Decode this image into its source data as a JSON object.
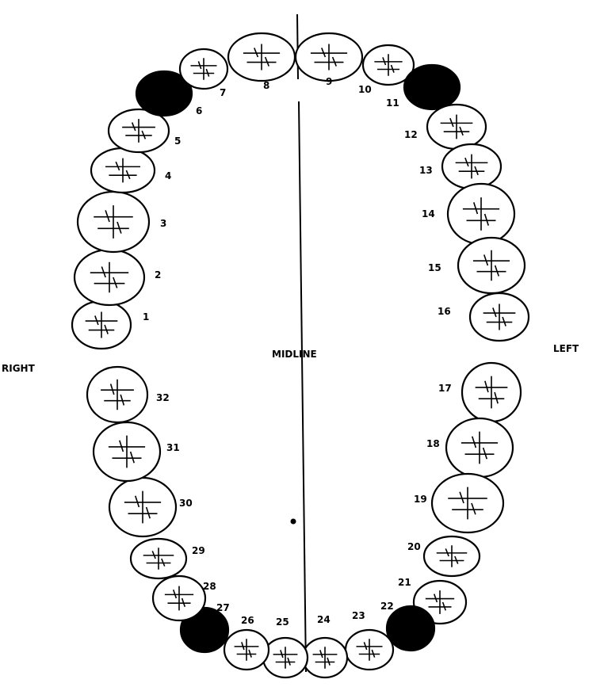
{
  "title_labels": {
    "right": "RIGHT",
    "left": "LEFT",
    "midline": "MIDLINE"
  },
  "teeth": [
    {
      "number": 1,
      "label": "1",
      "filled": false
    },
    {
      "number": 2,
      "label": "2",
      "filled": false
    },
    {
      "number": 3,
      "label": "3",
      "filled": false
    },
    {
      "number": 4,
      "label": "4",
      "filled": false
    },
    {
      "number": 5,
      "label": "5",
      "filled": false
    },
    {
      "number": 6,
      "label": "6",
      "filled": true
    },
    {
      "number": 7,
      "label": "7",
      "filled": false
    },
    {
      "number": 8,
      "label": "8",
      "filled": false
    },
    {
      "number": 9,
      "label": "9",
      "filled": false
    },
    {
      "number": 10,
      "label": "10",
      "filled": false
    },
    {
      "number": 11,
      "label": "11",
      "filled": true
    },
    {
      "number": 12,
      "label": "12",
      "filled": false
    },
    {
      "number": 13,
      "label": "13",
      "filled": false
    },
    {
      "number": 14,
      "label": "14",
      "filled": false
    },
    {
      "number": 15,
      "label": "15",
      "filled": false
    },
    {
      "number": 16,
      "label": "16",
      "filled": false
    },
    {
      "number": 17,
      "label": "17",
      "filled": false
    },
    {
      "number": 18,
      "label": "18",
      "filled": false
    },
    {
      "number": 19,
      "label": "19",
      "filled": false
    },
    {
      "number": 20,
      "label": "20",
      "filled": false
    },
    {
      "number": 21,
      "label": "21",
      "filled": false
    },
    {
      "number": 22,
      "label": "22",
      "filled": true
    },
    {
      "number": 23,
      "label": "23",
      "filled": false
    },
    {
      "number": 24,
      "label": "24",
      "filled": false
    },
    {
      "number": 25,
      "label": "25",
      "filled": false
    },
    {
      "number": 26,
      "label": "26",
      "filled": false
    },
    {
      "number": 27,
      "label": "27",
      "filled": true
    },
    {
      "number": 28,
      "label": "28",
      "filled": false
    },
    {
      "number": 29,
      "label": "29",
      "filled": false
    },
    {
      "number": 30,
      "label": "30",
      "filled": false
    },
    {
      "number": 31,
      "label": "31",
      "filled": false
    },
    {
      "number": 32,
      "label": "32",
      "filled": false
    }
  ]
}
